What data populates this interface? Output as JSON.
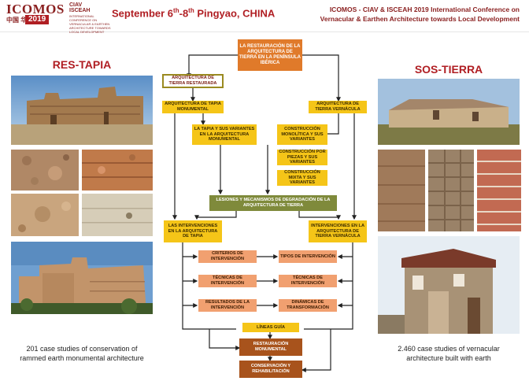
{
  "header": {
    "logo": "ICOMOS",
    "logo_sub_1": "CIAV",
    "logo_sub_2": "ISCEAH",
    "logo_cn": "中国 华北",
    "logo_year": "2019",
    "logo_tagline": "INTERNATIONAL CONFERENCE ON VERNACULAR & EARTHEN ARCHITECTURE TOWARDS LOCAL DEVELOPMENT",
    "date_prefix": "September 6",
    "date_sup1": "th",
    "date_mid": "-8",
    "date_sup2": "th",
    "date_suffix": " Pingyao, CHINA",
    "conf_line1": "ICOMOS - CIAV & ISCEAH 2019 International Conference on",
    "conf_line2": "Vernacular & Earthen Architecture towards Local Development"
  },
  "left": {
    "title": "RES-TAPIA",
    "caption_line1": "201 case studies of conservation of",
    "caption_line2": "rammed earth monumental architecture"
  },
  "right": {
    "title": "SOS-TIERRA",
    "caption_line1": "2.460 case studies of vernacular",
    "caption_line2": "architecture built with earth"
  },
  "flow": {
    "top": "LA RESTAURACIÓN DE LA ARQUITECTURA DE TIERRA EN LA PENÍNSULA IBÉRICA",
    "restaurada": "ARQUITECTURA DE TIERRA RESTAURADA",
    "monumental": "ARQUITECTURA DE TAPIA MONUMENTAL",
    "vernacula": "ARQUITECTURA DE TIERRA VERNÁCULA",
    "tapia_variantes": "LA TAPIA Y SUS VARIANTES EN LA ARQUITECTURA MONUMENTAL",
    "monolitica": "CONSTRUCCIÓN MONOLÍTICA Y SUS VARIANTES",
    "piezas": "CONSTRUCCIÓN POR PIEZAS Y SUS VARIANTES",
    "mixta": "CONSTRUCCIÓN MIXTA Y SUS VARIANTES",
    "lesiones": "LESIONES Y MECANISMOS DE DEGRADACIÓN DE LA ARQUITECTURA DE TIERRA",
    "int_tapia": "LAS INTERVENCIONES EN LA ARQUITECTURA DE TAPIA",
    "int_vernacula": "INTERVENCIONES EN LA ARQUITECTURA DE TIERRA VERNÁCULA",
    "criterios": "CRITERIOS DE INTERVENCIÓN",
    "tipos": "TIPOS DE INTERVENCIÓN",
    "tecnicas_l": "TÉCNICAS DE INTERVENCIÓN",
    "tecnicas_r": "TÉCNICAS DE INTERVENCIÓN",
    "resultados": "RESULTADOS DE LA INTERVENCIÓN",
    "dinamicas": "DINÁMICAS DE TRANSFORMACIÓN",
    "lineas": "LÍNEAS GUÍA",
    "restauracion": "RESTAURACIÓN MONUMENTAL",
    "conservacion": "CONSERVACIÓN Y REHABILITACIÓN"
  },
  "colors": {
    "orange": "#e07a2a",
    "yellow": "#f5c518",
    "olive": "#7f8a3b",
    "salmon": "#f1a070",
    "brown": "#a8531c",
    "accent_red": "#b01e23"
  }
}
